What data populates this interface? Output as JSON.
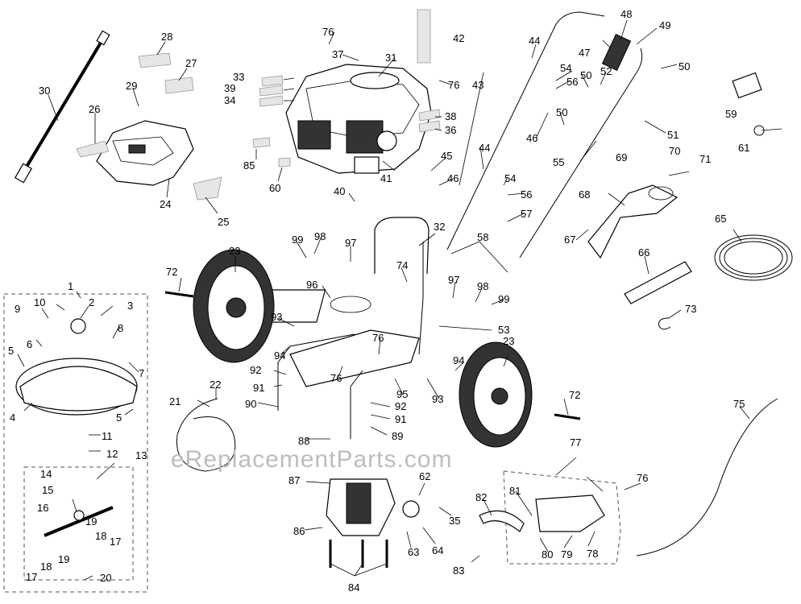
{
  "watermark": "eReplacementParts.com",
  "callouts": {
    "p1": "1",
    "p2": "2",
    "p3": "3",
    "p4": "4",
    "p5a": "5",
    "p5b": "5",
    "p6": "6",
    "p7": "7",
    "p8": "8",
    "p9": "9",
    "p10": "10",
    "p11": "11",
    "p12": "12",
    "p13": "13",
    "p14": "14",
    "p15": "15",
    "p16": "16",
    "p17a": "17",
    "p17b": "17",
    "p18a": "18",
    "p18b": "18",
    "p19a": "19",
    "p19b": "19",
    "p20": "20",
    "p21": "21",
    "p22": "22",
    "p23a": "23",
    "p23b": "23",
    "p24": "24",
    "p25": "25",
    "p26": "26",
    "p27": "27",
    "p28": "28",
    "p29": "29",
    "p30": "30",
    "p31": "31",
    "p32": "32",
    "p33": "33",
    "p34": "34",
    "p35": "35",
    "p36": "36",
    "p37": "37",
    "p38": "38",
    "p39": "39",
    "p40": "40",
    "p41": "41",
    "p42": "42",
    "p43": "43",
    "p44a": "44",
    "p44b": "44",
    "p45": "45",
    "p46a": "46",
    "p46b": "46",
    "p47": "47",
    "p48": "48",
    "p49": "49",
    "p50a": "50",
    "p50b": "50",
    "p50c": "50",
    "p51": "51",
    "p52": "52",
    "p53": "53",
    "p54a": "54",
    "p54b": "54",
    "p55": "55",
    "p56a": "56",
    "p56b": "56",
    "p57": "57",
    "p58": "58",
    "p59": "59",
    "p60": "60",
    "p61": "61",
    "p62": "62",
    "p63": "63",
    "p64": "64",
    "p65": "65",
    "p66": "66",
    "p67": "67",
    "p68": "68",
    "p69": "69",
    "p70": "70",
    "p71": "71",
    "p72a": "72",
    "p72b": "72",
    "p73": "73",
    "p74": "74",
    "p75": "75",
    "p76a": "76",
    "p76b": "76",
    "p76c": "76",
    "p76d": "76",
    "p76e": "76",
    "p77": "77",
    "p78": "78",
    "p79": "79",
    "p80": "80",
    "p81": "81",
    "p82": "82",
    "p83": "83",
    "p84": "84",
    "p85": "85",
    "p86": "86",
    "p87": "87",
    "p88": "88",
    "p89": "89",
    "p90": "90",
    "p91a": "91",
    "p91b": "91",
    "p92a": "92",
    "p92b": "92",
    "p93a": "93",
    "p93b": "93",
    "p94a": "94",
    "p94b": "94",
    "p95": "95",
    "p96": "96",
    "p97a": "97",
    "p97b": "97",
    "p98a": "98",
    "p98b": "98",
    "p99a": "99",
    "p99b": "99"
  }
}
